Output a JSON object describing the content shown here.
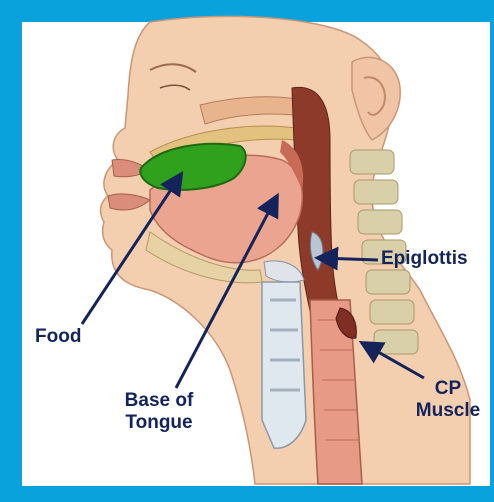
{
  "labels": {
    "food": "Food",
    "tongue_line1": "Base of",
    "tongue_line2": "Tongue",
    "epiglottis": "Epiglottis",
    "cp_line1": "CP",
    "cp_line2": "Muscle"
  },
  "colors": {
    "frame": "#0aa2dc",
    "label_text": "#14245a",
    "arrow": "#14245a",
    "food_bolus": "#2fa11c",
    "skin": "#f3cfb0",
    "tissue": "#e79a86",
    "vertebra": "#d9cfa8"
  }
}
